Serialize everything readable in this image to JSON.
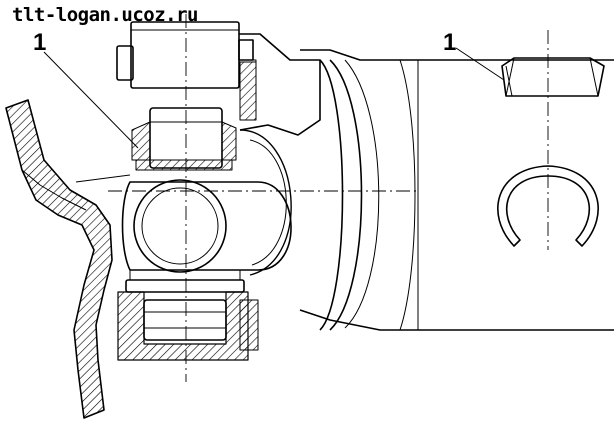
{
  "watermark": {
    "text": "tlt-logan.ucoz.ru"
  },
  "callouts": [
    {
      "label": "1"
    },
    {
      "label": "1"
    }
  ],
  "colors": {
    "ink": "#000000",
    "background": "#ffffff"
  }
}
